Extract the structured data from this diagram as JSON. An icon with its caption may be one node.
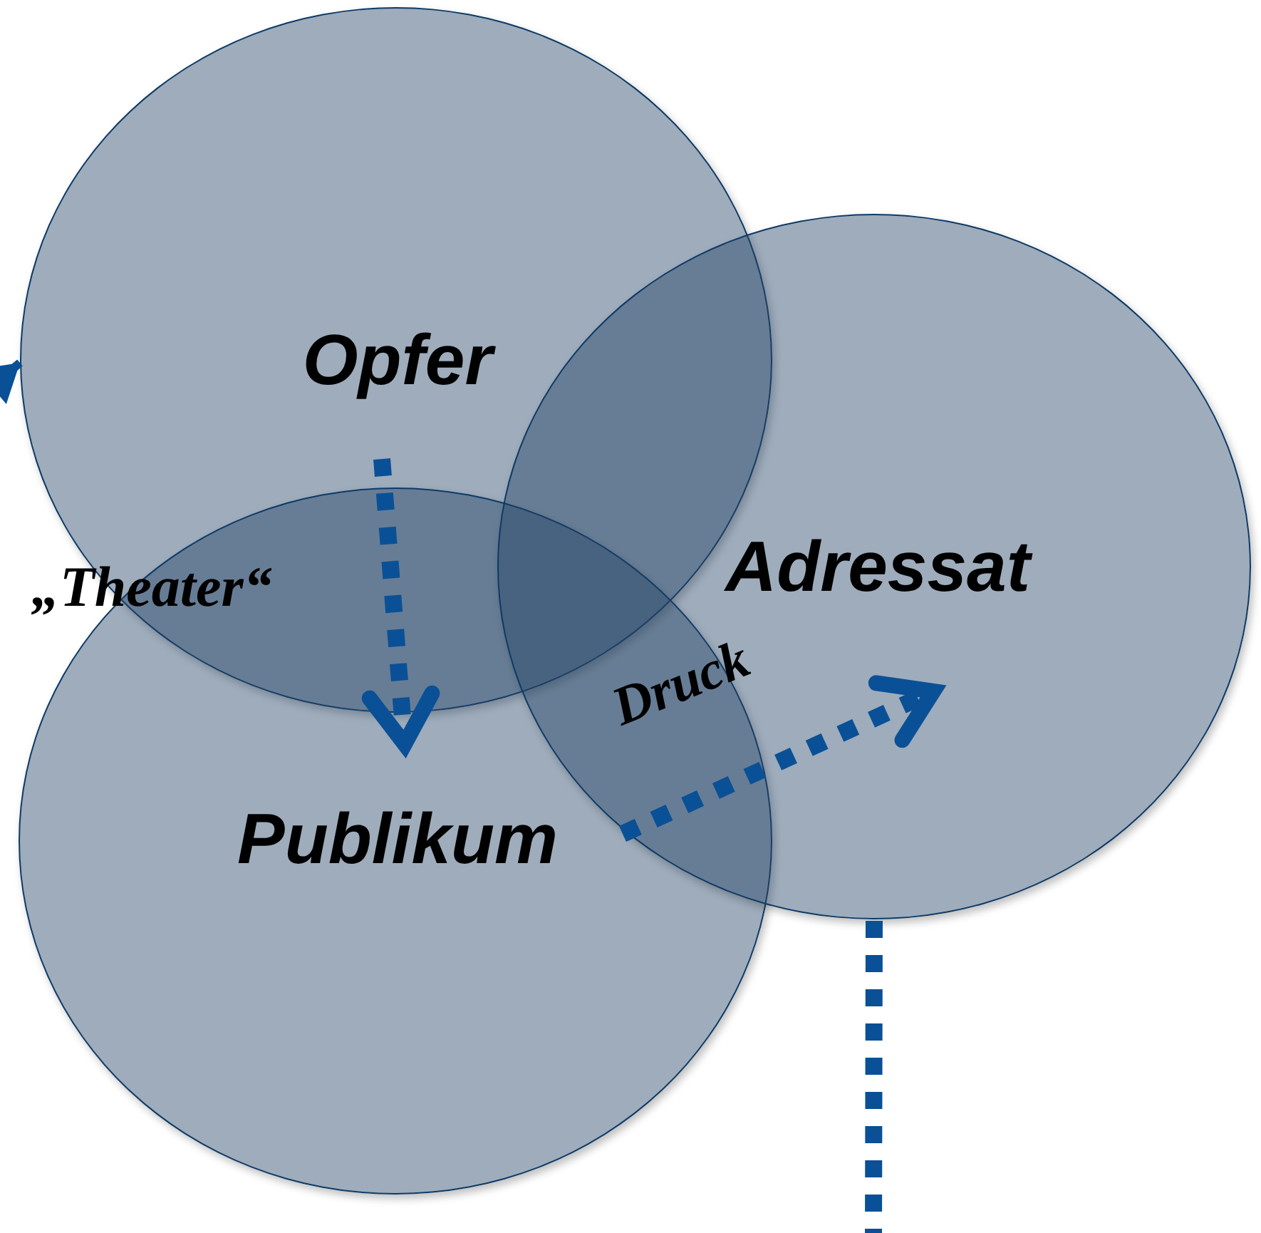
{
  "diagram": {
    "nodes": [
      {
        "text": [
          "Opfer"
        ]
      },
      {
        "text": [
          "Adressat"
        ]
      },
      {
        "text": [
          "Publikum"
        ]
      }
    ],
    "edges": [
      {
        "from": null,
        "to": 0,
        "arrow": "to"
      },
      {
        "from": 0,
        "to": 2,
        "arrow": "to",
        "label": "„Theater“",
        "style": "dashed"
      },
      {
        "from": 2,
        "to": 1,
        "arrow": "to",
        "label": "Druck",
        "style": "dashed"
      },
      {
        "from": 1,
        "to": null,
        "arrow": "none",
        "style": "dashed"
      }
    ]
  }
}
